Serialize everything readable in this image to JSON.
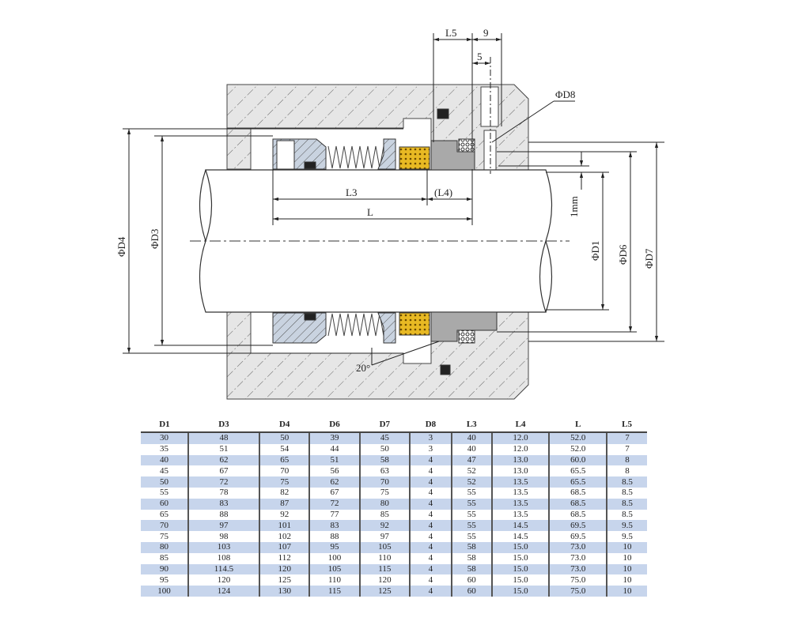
{
  "drawing": {
    "labels": {
      "l5": "L5",
      "nine": "9",
      "five": "5",
      "d8": "ΦD8",
      "d4": "ΦD4",
      "d3": "ΦD3",
      "l3": "L3",
      "l4": "(L4)",
      "l": "L",
      "one_mm": "1mm",
      "d1": "ΦD1",
      "d6": "ΦD6",
      "d7": "ΦD7",
      "angle": "20°"
    }
  },
  "table": {
    "headers": [
      "D1",
      "D3",
      "D4",
      "D6",
      "D7",
      "D8",
      "L3",
      "L4",
      "L",
      "L5"
    ],
    "rows": [
      [
        "30",
        "48",
        "50",
        "39",
        "45",
        "3",
        "40",
        "12.0",
        "52.0",
        "7"
      ],
      [
        "35",
        "51",
        "54",
        "44",
        "50",
        "3",
        "40",
        "12.0",
        "52.0",
        "7"
      ],
      [
        "40",
        "62",
        "65",
        "51",
        "58",
        "4",
        "47",
        "13.0",
        "60.0",
        "8"
      ],
      [
        "45",
        "67",
        "70",
        "56",
        "63",
        "4",
        "52",
        "13.0",
        "65.5",
        "8"
      ],
      [
        "50",
        "72",
        "75",
        "62",
        "70",
        "4",
        "52",
        "13.5",
        "65.5",
        "8.5"
      ],
      [
        "55",
        "78",
        "82",
        "67",
        "75",
        "4",
        "55",
        "13.5",
        "68.5",
        "8.5"
      ],
      [
        "60",
        "83",
        "87",
        "72",
        "80",
        "4",
        "55",
        "13.5",
        "68.5",
        "8.5"
      ],
      [
        "65",
        "88",
        "92",
        "77",
        "85",
        "4",
        "55",
        "13.5",
        "68.5",
        "8.5"
      ],
      [
        "70",
        "97",
        "101",
        "83",
        "92",
        "4",
        "55",
        "14.5",
        "69.5",
        "9.5"
      ],
      [
        "75",
        "98",
        "102",
        "88",
        "97",
        "4",
        "55",
        "14.5",
        "69.5",
        "9.5"
      ],
      [
        "80",
        "103",
        "107",
        "95",
        "105",
        "4",
        "58",
        "15.0",
        "73.0",
        "10"
      ],
      [
        "85",
        "108",
        "112",
        "100",
        "110",
        "4",
        "58",
        "15.0",
        "73.0",
        "10"
      ],
      [
        "90",
        "114.5",
        "120",
        "105",
        "115",
        "4",
        "58",
        "15.0",
        "73.0",
        "10"
      ],
      [
        "95",
        "120",
        "125",
        "110",
        "120",
        "4",
        "60",
        "15.0",
        "75.0",
        "10"
      ],
      [
        "100",
        "124",
        "130",
        "115",
        "125",
        "4",
        "60",
        "15.0",
        "75.0",
        "10"
      ]
    ]
  },
  "colors": {
    "row_stripe": "#c7d5ec",
    "housing": "#e6e6e6",
    "carbon": "#e8b923",
    "seat": "#a9a9a9",
    "sleeve": "#c9d3e0"
  }
}
